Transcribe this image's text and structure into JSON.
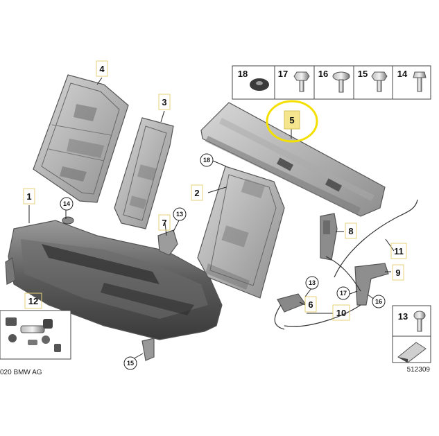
{
  "labels": {
    "p1": "1",
    "p2": "2",
    "p3": "3",
    "p4": "4",
    "p5": "5",
    "p6": "6",
    "p7": "7",
    "p8": "8",
    "p9": "9",
    "p10": "10",
    "p11": "11",
    "p12": "12",
    "p13": "13",
    "p13b": "13",
    "p13c": "13",
    "p14": "14",
    "p14b": "14",
    "p15": "15",
    "p15b": "15",
    "p16": "16",
    "p16b": "16",
    "p17": "17",
    "p17b": "17",
    "p18": "18",
    "p18b": "18"
  },
  "copyright": "020 BMW AG",
  "diagram_number": "512309",
  "colors": {
    "highlight_ring": "#f3e000",
    "label_box": "#e7d27a",
    "part_dark": "#3c3c3c",
    "part_mid": "#8a8a8a",
    "part_light": "#c9c9c9"
  }
}
